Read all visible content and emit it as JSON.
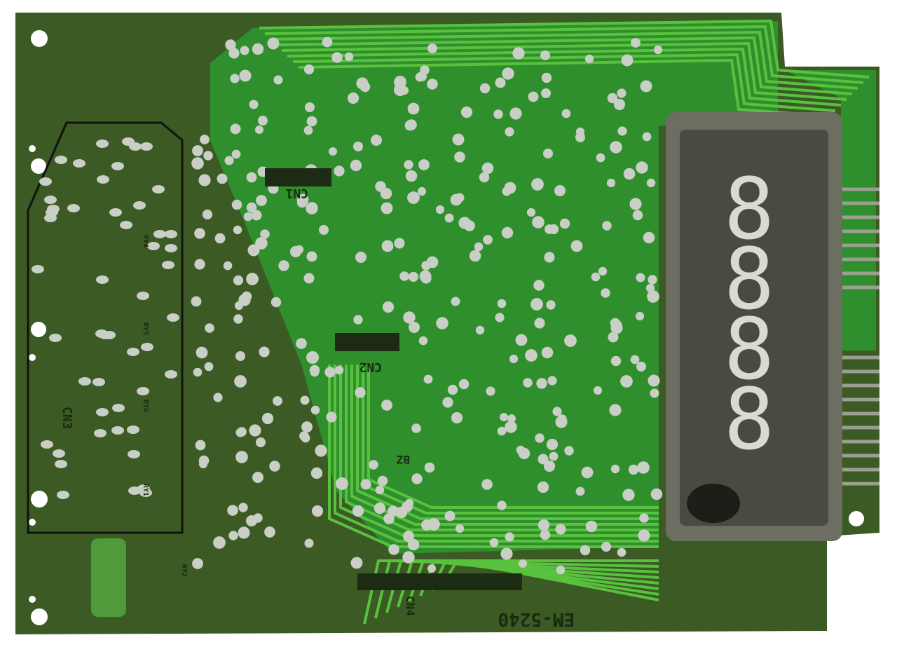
{
  "board": {
    "model_label": "EM-5240",
    "connectors": [
      "CN1",
      "CN2",
      "CN3",
      "CN4"
    ],
    "relays": [
      "RY1",
      "RY2",
      "RY4",
      "RY5",
      "RY6"
    ],
    "buzzer_label": "BZ",
    "colors": {
      "board": "#3f5f26",
      "trace": "#2f9a2a",
      "trace_light": "#55c040",
      "pad": "#c8cdc6",
      "display_glass": "#5a5e52"
    }
  },
  "display": {
    "digits": [
      "8",
      "8",
      "8",
      "8"
    ]
  }
}
